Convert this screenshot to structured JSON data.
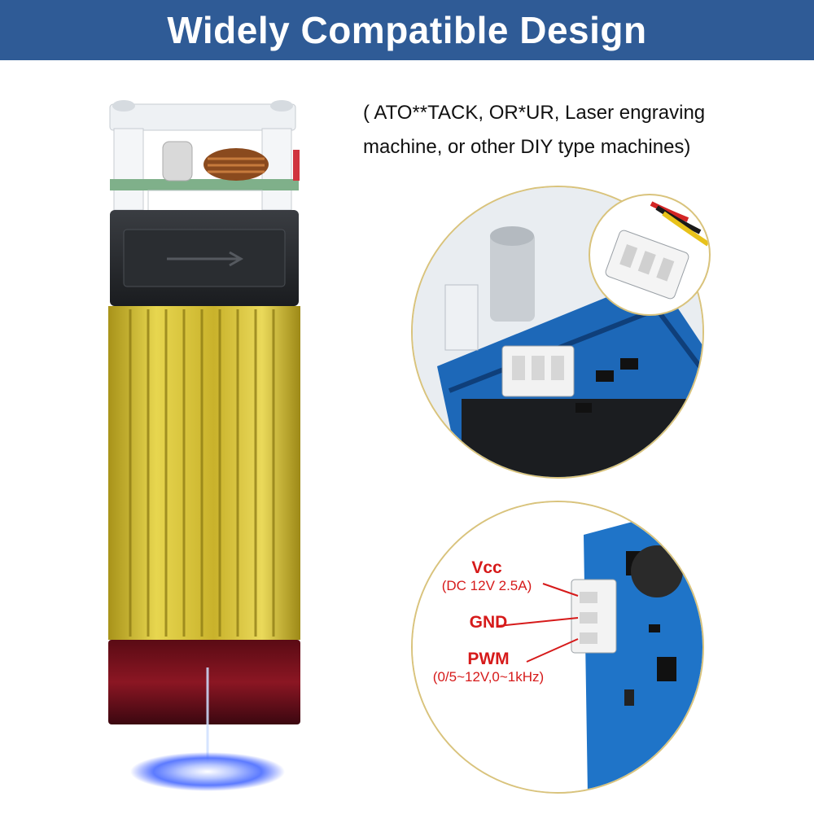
{
  "banner": {
    "title": "Widely Compatible Design"
  },
  "compatibility": {
    "text": "( ATO**TACK, OR*UR, Laser engraving machine, or other DIY type machines)"
  },
  "pins": [
    {
      "name": "Vcc",
      "spec": "(DC 12V 2.5A)"
    },
    {
      "name": "GND",
      "spec": ""
    },
    {
      "name": "PWM",
      "spec": "(0/5~12V,0~1kHz)"
    }
  ],
  "colors": {
    "banner": "#2f5b96",
    "heatsink": "#d8c23a",
    "lens": "#7a0f1c",
    "pcb": "#1d68b8",
    "pin_text": "#d61a1a",
    "beam": "#3b5bff"
  }
}
